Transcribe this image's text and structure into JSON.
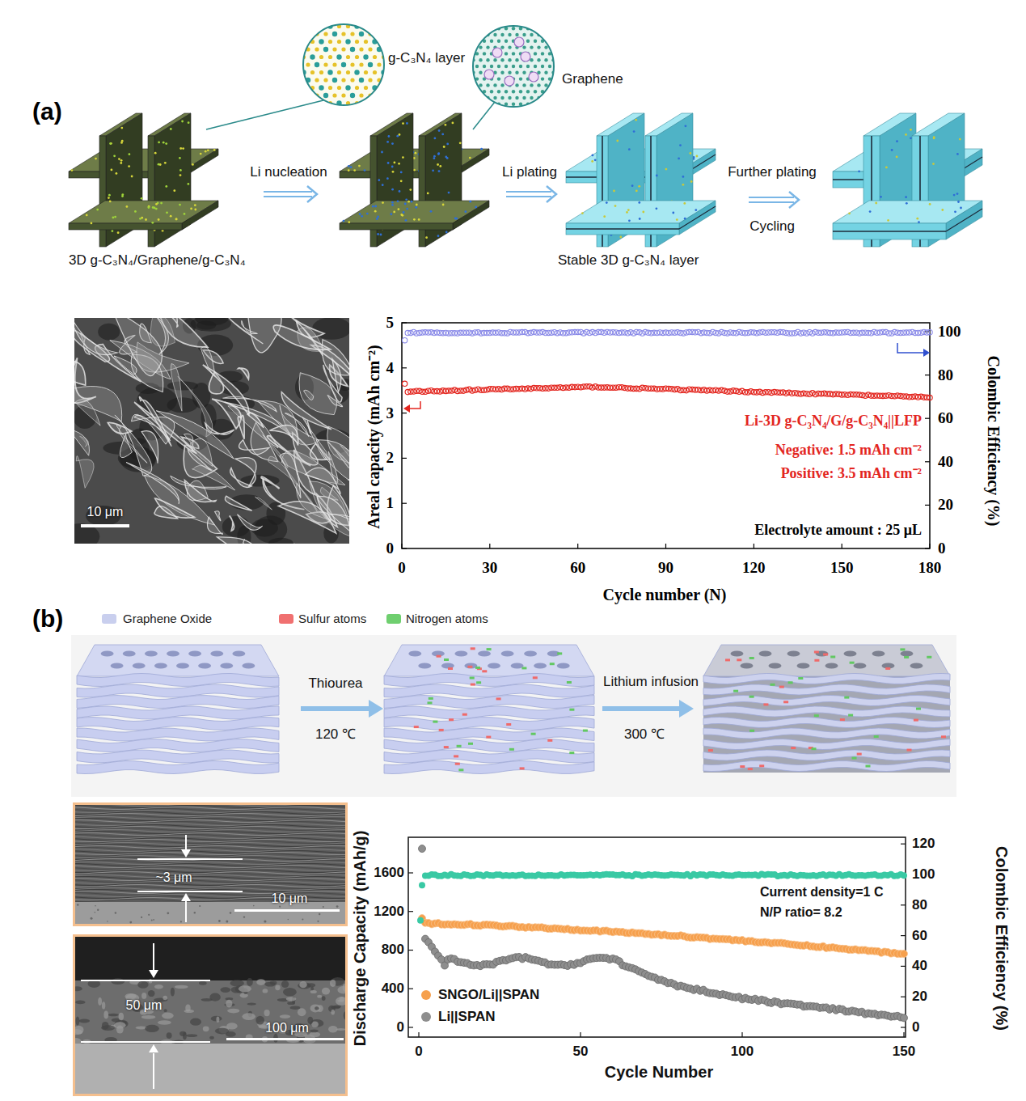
{
  "diagram": {
    "nodes": [
      {
        "text": [
          "10 μm"
        ]
      },
      {
        "text": [
          "~3 μm",
          "10 μm"
        ]
      },
      {
        "text": [
          "50 μm",
          "100 μm"
        ]
      }
    ],
    "labels": [
      "(a)",
      "g-C₃N₄ layer",
      "Graphene",
      "Li nucleation",
      "Li plating",
      "Further plating",
      "Cycling",
      "3D g-C₃N₄/Graphene/g-C₃N₄",
      "Stable 3D g-C₃N₄ layer",
      "0",
      "1",
      "2",
      "3",
      "4",
      "5",
      "0",
      "20",
      "40",
      "60",
      "80",
      "100",
      "0",
      "30",
      "60",
      "90",
      "120",
      "150",
      "180",
      "Areal capacity (mAh cm⁻²)",
      "Colombic Efficiency (%)",
      "Cycle number (N)",
      "Li-3D g-C₃N₄/G/g-C₃N₄||LFP",
      "Negative: 1.5 mAh cm⁻²",
      "Positive: 3.5 mAh cm⁻²",
      "Electrolyte amount : 25 μL",
      "(b)",
      "Thiourea",
      "120 ℃",
      "Lithium infusion",
      "300 ℃",
      "0",
      "400",
      "800",
      "1200",
      "1600",
      "0",
      "20",
      "40",
      "60",
      "80",
      "100",
      "120",
      "0",
      "50",
      "100",
      "150",
      "Discharge Capacity (mAh/g)",
      "Colombic Efficiency (%)",
      "Cycle Number",
      "Current density=1 C",
      "N/P ratio= 8.2"
    ],
    "legend": [
      {
        "text": "Graphene Oxide",
        "color": "#c9cfee"
      },
      {
        "text": "Sulfur atoms",
        "color": "#f07070"
      },
      {
        "text": "Nitrogen atoms",
        "color": "#6fcf6f"
      },
      {
        "text": "SNGO/Li||SPAN",
        "color": "#f6a04d"
      },
      {
        "text": "Li||SPAN",
        "color": "#8e8e8e"
      }
    ]
  }
}
